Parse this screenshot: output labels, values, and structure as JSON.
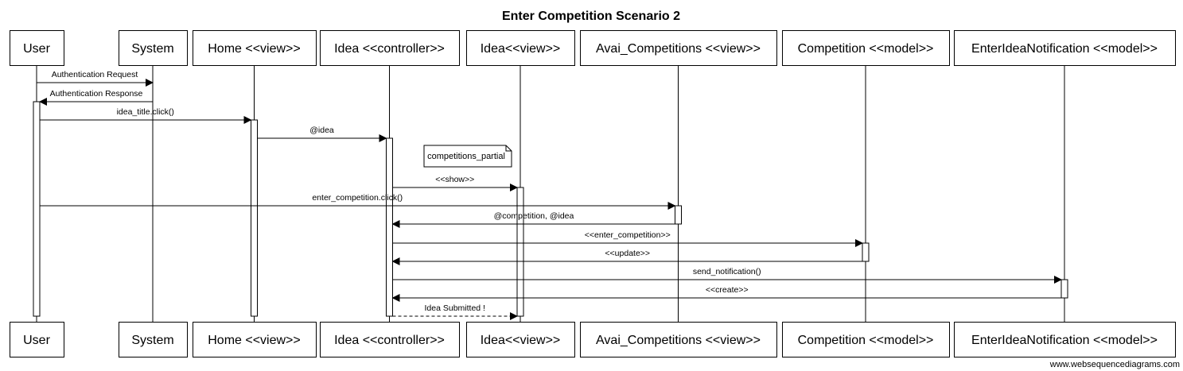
{
  "diagram": {
    "title": "Enter Competition Scenario 2",
    "watermark": "www.websequencediagrams.com"
  },
  "participants": [
    {
      "id": "user",
      "label": "User"
    },
    {
      "id": "system",
      "label": "System"
    },
    {
      "id": "home",
      "label": "Home <<view>>"
    },
    {
      "id": "ideactl",
      "label": "Idea <<controller>>"
    },
    {
      "id": "ideaview",
      "label": "Idea<<view>>"
    },
    {
      "id": "avai",
      "label": "Avai_Competitions <<view>>"
    },
    {
      "id": "competition",
      "label": "Competition <<model>>"
    },
    {
      "id": "notif",
      "label": "EnterIdeaNotification <<model>>"
    }
  ],
  "messages": [
    {
      "from": "user",
      "to": "system",
      "label": "Authentication Request",
      "style": "solid"
    },
    {
      "from": "system",
      "to": "user",
      "label": "Authentication Response",
      "style": "solid"
    },
    {
      "from": "user",
      "to": "home",
      "label": "idea_title.click()",
      "style": "solid"
    },
    {
      "from": "home",
      "to": "ideactl",
      "label": "@idea",
      "style": "solid"
    },
    {
      "from": "ideactl",
      "to": "ideaview",
      "label": "<<show>>",
      "style": "solid"
    },
    {
      "from": "user",
      "to": "avai",
      "label": "enter_competition.click()",
      "style": "solid"
    },
    {
      "from": "avai",
      "to": "ideactl",
      "label": "@competition, @idea",
      "style": "solid"
    },
    {
      "from": "ideactl",
      "to": "competition",
      "label": "<<enter_competition>>",
      "style": "solid"
    },
    {
      "from": "competition",
      "to": "ideactl",
      "label": "<<update>>",
      "style": "solid"
    },
    {
      "from": "ideactl",
      "to": "notif",
      "label": "send_notification()",
      "style": "solid"
    },
    {
      "from": "notif",
      "to": "ideactl",
      "label": "<<create>>",
      "style": "solid"
    },
    {
      "from": "ideactl",
      "to": "ideaview",
      "label": "Idea Submitted !",
      "style": "dashed"
    }
  ],
  "notes": [
    {
      "label": "competitions_partial"
    }
  ]
}
